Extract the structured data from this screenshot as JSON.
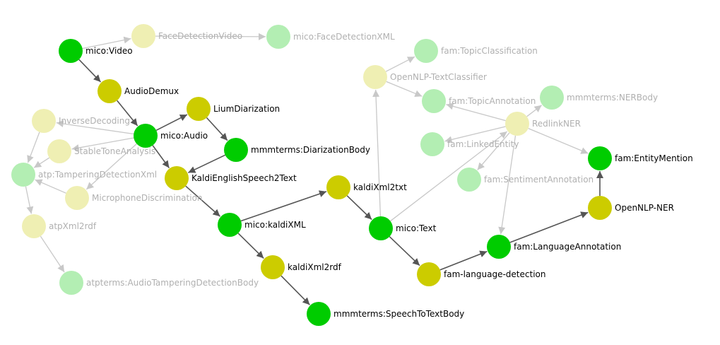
{
  "colors": {
    "active_format": "#00cc00",
    "active_extractor": "#cccc00",
    "inactive_format": "#b3eeb3",
    "inactive_extractor": "#efefb3",
    "active_edge": "#555555",
    "inactive_edge": "#c8c8c8",
    "active_text": "#000000",
    "inactive_text": "#b0b0b0"
  },
  "nodes": [
    {
      "id": "face-detection-video",
      "label": "FaceDetectionVideo",
      "kind": "extractor",
      "active": false
    },
    {
      "id": "mico-face-detection-xml",
      "label": "mico:FaceDetectionXML",
      "kind": "format",
      "active": false
    },
    {
      "id": "mico-video",
      "label": "mico:Video",
      "kind": "format",
      "active": true
    },
    {
      "id": "audio-demux",
      "label": "AudioDemux",
      "kind": "extractor",
      "active": true
    },
    {
      "id": "inverse-decoding",
      "label": "InverseDecoding",
      "kind": "extractor",
      "active": false
    },
    {
      "id": "mico-audio",
      "label": "mico:Audio",
      "kind": "format",
      "active": true
    },
    {
      "id": "lium-diarization",
      "label": "LiumDiarization",
      "kind": "extractor",
      "active": true
    },
    {
      "id": "stable-tone-analysis",
      "label": "StableToneAnalysis",
      "kind": "extractor",
      "active": false
    },
    {
      "id": "mmmterms-diarization-body",
      "label": "mmmterms:DiarizationBody",
      "kind": "format",
      "active": true
    },
    {
      "id": "atp-tampering-detection-xml",
      "label": "atp:TamperingDetectionXml",
      "kind": "format",
      "active": false
    },
    {
      "id": "kaldi-english-speech2text",
      "label": "KaldiEnglishSpeech2Text",
      "kind": "extractor",
      "active": true
    },
    {
      "id": "microphone-discrimination",
      "label": "MicrophoneDiscrimination",
      "kind": "extractor",
      "active": false
    },
    {
      "id": "atp-xml2rdf",
      "label": "atpXml2rdf",
      "kind": "extractor",
      "active": false
    },
    {
      "id": "mico-kaldi-xml",
      "label": "mico:kaldiXML",
      "kind": "format",
      "active": true
    },
    {
      "id": "kaldi-xml2txt",
      "label": "kaldiXml2txt",
      "kind": "extractor",
      "active": true
    },
    {
      "id": "kaldi-xml2rdf",
      "label": "kaldiXml2rdf",
      "kind": "extractor",
      "active": true
    },
    {
      "id": "atpterms-audio-tampering-detection-body",
      "label": "atpterms:AudioTamperingDetectionBody",
      "kind": "format",
      "active": false
    },
    {
      "id": "mmmterms-speech-to-text-body",
      "label": "mmmterms:SpeechToTextBody",
      "kind": "format",
      "active": true
    },
    {
      "id": "mico-text",
      "label": "mico:Text",
      "kind": "format",
      "active": true
    },
    {
      "id": "fam-language-detection",
      "label": "fam-language-detection",
      "kind": "extractor",
      "active": true
    },
    {
      "id": "fam-language-annotation",
      "label": "fam:LanguageAnnotation",
      "kind": "format",
      "active": true
    },
    {
      "id": "opennlp-ner",
      "label": "OpenNLP-NER",
      "kind": "extractor",
      "active": true
    },
    {
      "id": "fam-entity-mention",
      "label": "fam:EntityMention",
      "kind": "format",
      "active": true
    },
    {
      "id": "fam-topic-classification",
      "label": "fam:TopicClassification",
      "kind": "format",
      "active": false
    },
    {
      "id": "opennlp-text-classifier",
      "label": "OpenNLP-TextClassifier",
      "kind": "extractor",
      "active": false
    },
    {
      "id": "fam-topic-annotation",
      "label": "fam:TopicAnnotation",
      "kind": "format",
      "active": false
    },
    {
      "id": "mmmterms-ner-body",
      "label": "mmmterms:NERBody",
      "kind": "format",
      "active": false
    },
    {
      "id": "redlink-ner",
      "label": "RedlinkNER",
      "kind": "extractor",
      "active": false
    },
    {
      "id": "fam-linked-entity",
      "label": "fam:LinkedEntity",
      "kind": "format",
      "active": false
    },
    {
      "id": "fam-sentiment-annotation",
      "label": "fam:SentimentAnnotation",
      "kind": "format",
      "active": false
    }
  ],
  "edges": [
    {
      "from": "mico-video",
      "to": "face-detection-video",
      "active": false
    },
    {
      "from": "face-detection-video",
      "to": "mico-face-detection-xml",
      "active": false
    },
    {
      "from": "mico-video",
      "to": "audio-demux",
      "active": true
    },
    {
      "from": "audio-demux",
      "to": "mico-audio",
      "active": true
    },
    {
      "from": "mico-audio",
      "to": "lium-diarization",
      "active": true
    },
    {
      "from": "lium-diarization",
      "to": "mmmterms-diarization-body",
      "active": true
    },
    {
      "from": "mico-audio",
      "to": "kaldi-english-speech2text",
      "active": true
    },
    {
      "from": "mmmterms-diarization-body",
      "to": "kaldi-english-speech2text",
      "active": true
    },
    {
      "from": "kaldi-english-speech2text",
      "to": "mico-kaldi-xml",
      "active": true
    },
    {
      "from": "mico-kaldi-xml",
      "to": "kaldi-xml2txt",
      "active": true
    },
    {
      "from": "mico-kaldi-xml",
      "to": "kaldi-xml2rdf",
      "active": true
    },
    {
      "from": "kaldi-xml2rdf",
      "to": "mmmterms-speech-to-text-body",
      "active": true
    },
    {
      "from": "kaldi-xml2txt",
      "to": "mico-text",
      "active": true
    },
    {
      "from": "mico-text",
      "to": "fam-language-detection",
      "active": true
    },
    {
      "from": "fam-language-detection",
      "to": "fam-language-annotation",
      "active": true
    },
    {
      "from": "fam-language-annotation",
      "to": "opennlp-ner",
      "active": true
    },
    {
      "from": "opennlp-ner",
      "to": "fam-entity-mention",
      "active": true
    },
    {
      "from": "mico-audio",
      "to": "inverse-decoding",
      "active": false
    },
    {
      "from": "mico-audio",
      "to": "stable-tone-analysis",
      "active": false
    },
    {
      "from": "mico-audio",
      "to": "microphone-discrimination",
      "active": false
    },
    {
      "from": "inverse-decoding",
      "to": "atp-tampering-detection-xml",
      "active": false
    },
    {
      "from": "stable-tone-analysis",
      "to": "atp-tampering-detection-xml",
      "active": false
    },
    {
      "from": "microphone-discrimination",
      "to": "atp-tampering-detection-xml",
      "active": false
    },
    {
      "from": "atp-tampering-detection-xml",
      "to": "atp-xml2rdf",
      "active": false
    },
    {
      "from": "atp-xml2rdf",
      "to": "atpterms-audio-tampering-detection-body",
      "active": false
    },
    {
      "from": "mico-text",
      "to": "opennlp-text-classifier",
      "active": false
    },
    {
      "from": "opennlp-text-classifier",
      "to": "fam-topic-classification",
      "active": false
    },
    {
      "from": "opennlp-text-classifier",
      "to": "fam-topic-annotation",
      "active": false
    },
    {
      "from": "mico-text",
      "to": "redlink-ner",
      "active": false
    },
    {
      "from": "redlink-ner",
      "to": "fam-topic-annotation",
      "active": false
    },
    {
      "from": "redlink-ner",
      "to": "mmmterms-ner-body",
      "active": false
    },
    {
      "from": "redlink-ner",
      "to": "fam-linked-entity",
      "active": false
    },
    {
      "from": "redlink-ner",
      "to": "fam-sentiment-annotation",
      "active": false
    },
    {
      "from": "redlink-ner",
      "to": "fam-entity-mention",
      "active": false
    },
    {
      "from": "redlink-ner",
      "to": "fam-language-annotation",
      "active": false
    }
  ]
}
